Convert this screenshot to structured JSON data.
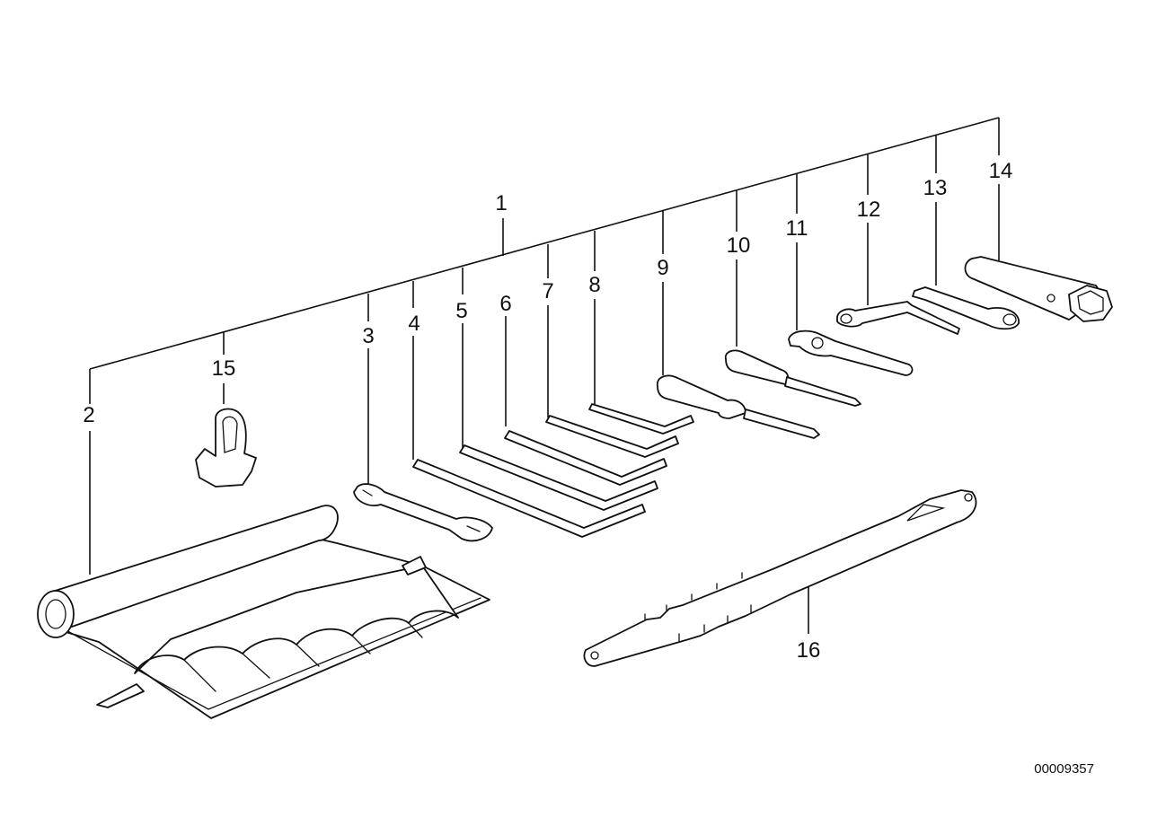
{
  "diagram": {
    "catalog_number": "00009357",
    "callouts": [
      "1",
      "2",
      "3",
      "4",
      "5",
      "6",
      "7",
      "8",
      "9",
      "10",
      "11",
      "12",
      "13",
      "14",
      "15",
      "16"
    ],
    "parts": [
      "tool-roll",
      "wrench",
      "hex-key",
      "screwdriver",
      "hook-spanner",
      "socket-wrench",
      "pin-spanner",
      "spark-plug-wrench",
      "clip",
      "pry-bar"
    ]
  }
}
